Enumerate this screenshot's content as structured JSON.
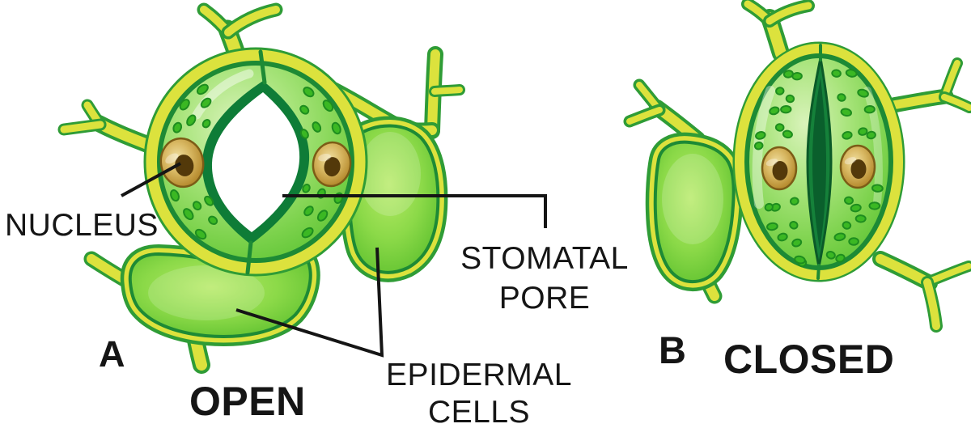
{
  "panels": {
    "a": {
      "letter": "A",
      "caption": "OPEN"
    },
    "b": {
      "letter": "B",
      "caption": "CLOSED"
    }
  },
  "annotations": {
    "nucleus": "NUCLEUS",
    "stomatal_pore": "STOMATAL PORE",
    "epidermal_cells": "EPIDERMAL CELLS"
  },
  "colors": {
    "cell_wall_yellow": "#dce23d",
    "wall_outline_green": "#2f9c36",
    "cell_outline_dark_green": "#1d8a35",
    "pore_lining_dark_green": "#0e7c37",
    "guard_cell_light_green": "#9adf6a",
    "epidermal_cell_green": "#6fcc3a",
    "chloroplast_green": "#3bb823",
    "nucleus_brown": "#c89b3f",
    "stomatal_pore_fill": "#ffffff",
    "label_text": "#151515",
    "background": "#ffffff"
  }
}
